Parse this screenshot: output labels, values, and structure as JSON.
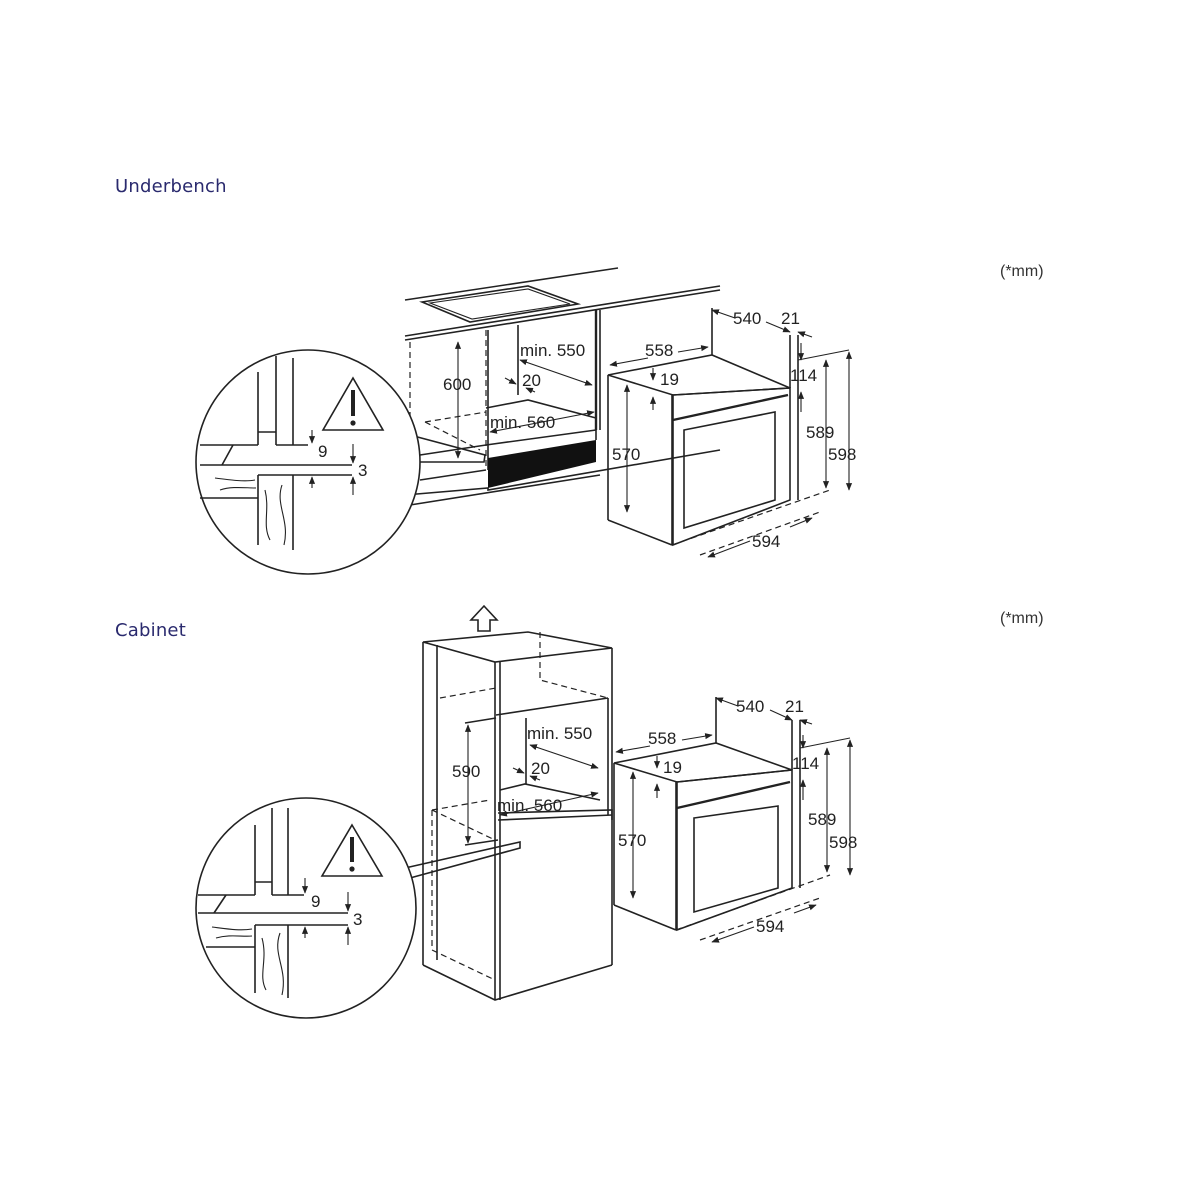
{
  "sections": [
    {
      "title": "Underbench",
      "unit_note": "(*mm)",
      "niche": {
        "height": "600",
        "depth": "min. 550",
        "gap": "20",
        "width": "min. 560"
      },
      "detail": {
        "gap_top": "9",
        "gap_bottom": "3",
        "icon": "warning-icon"
      },
      "oven": {
        "depth": "540",
        "door": "21",
        "width_top": "558",
        "panel": "19",
        "height_body": "570",
        "front_offset": "114",
        "height_front": "589",
        "height_total": "598",
        "width_front": "594"
      }
    },
    {
      "title": "Cabinet",
      "unit_note": "(*mm)",
      "niche": {
        "height": "590",
        "depth": "min. 550",
        "gap": "20",
        "width": "min. 560",
        "vent_icon": "arrow-up-outline-icon"
      },
      "detail": {
        "gap_top": "9",
        "gap_bottom": "3",
        "icon": "warning-icon"
      },
      "oven": {
        "depth": "540",
        "door": "21",
        "width_top": "558",
        "panel": "19",
        "height_body": "570",
        "front_offset": "114",
        "height_front": "589",
        "height_total": "598",
        "width_front": "594"
      }
    }
  ]
}
